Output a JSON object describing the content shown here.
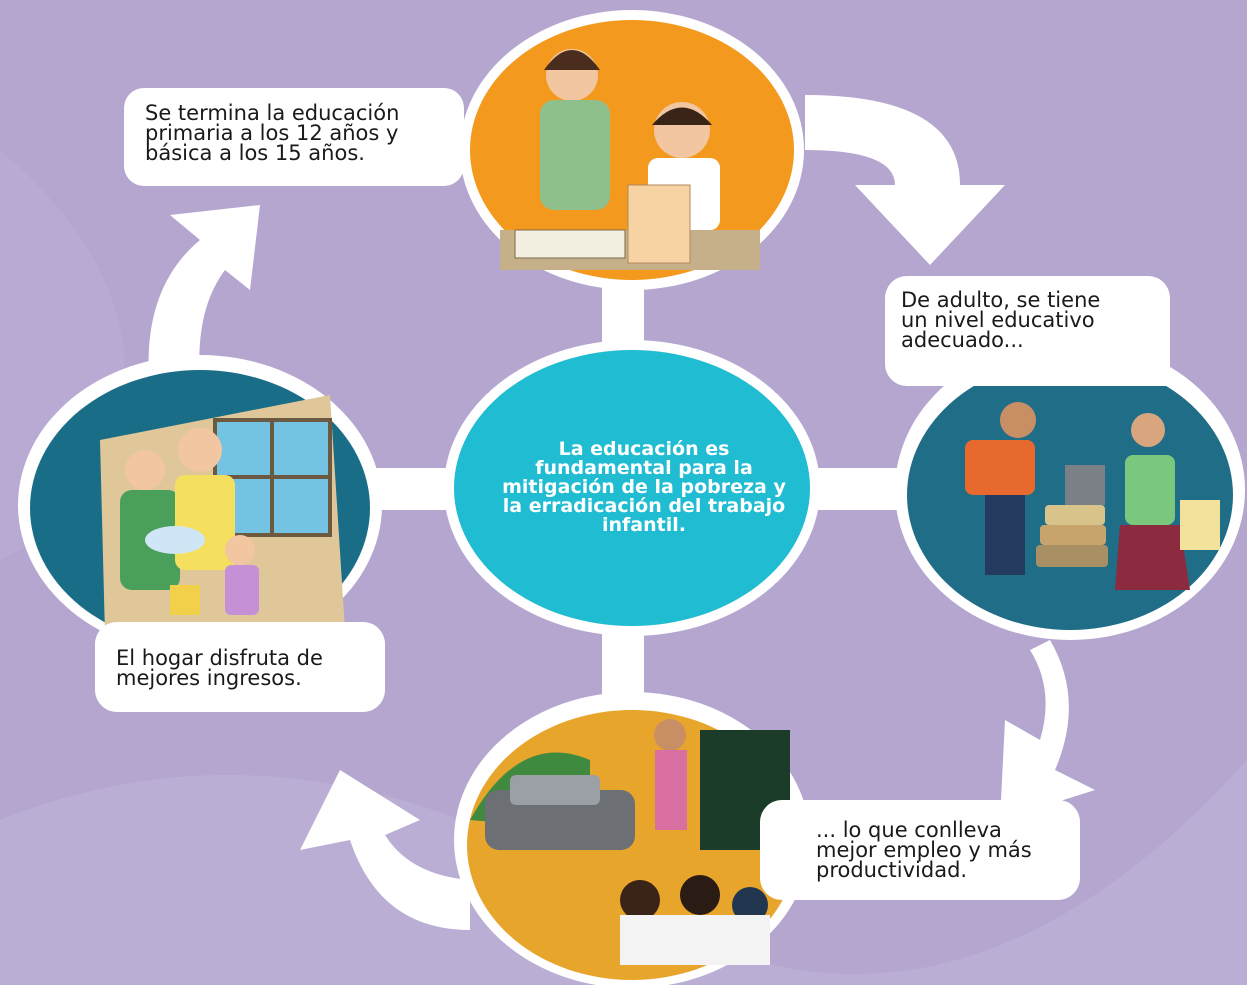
{
  "center": {
    "lines": [
      "La educación es",
      "fundamental para la",
      "mitigación de la pobreza y",
      "la erradicación del trabajo",
      "infantil."
    ]
  },
  "steps": {
    "top_left": {
      "lines": [
        "Se termina la educación",
        "primaria a los 12 años y",
        "básica a los 15 años."
      ]
    },
    "right": {
      "lines": [
        "De adulto, se tiene",
        "un nivel educativo",
        "adecuado..."
      ]
    },
    "bottom_right": {
      "lines": [
        "... lo que conlleva",
        "mejor empleo y más",
        "productividad."
      ]
    },
    "left": {
      "lines": [
        "El hogar disfruta de",
        "mejores ingresos."
      ]
    }
  },
  "colors": {
    "background": "#b5a6cf",
    "center_circle": "#1fbcd2",
    "top_scene": "#f39a1e",
    "right_scene": "#1f6d86",
    "bottom_scene": "#e8a52c",
    "left_scene": "#1a6d87",
    "arrows": "#ffffff"
  },
  "icons": [
    "arrow-icon",
    "study-scene",
    "work-scene",
    "productivity-scene",
    "family-scene"
  ]
}
